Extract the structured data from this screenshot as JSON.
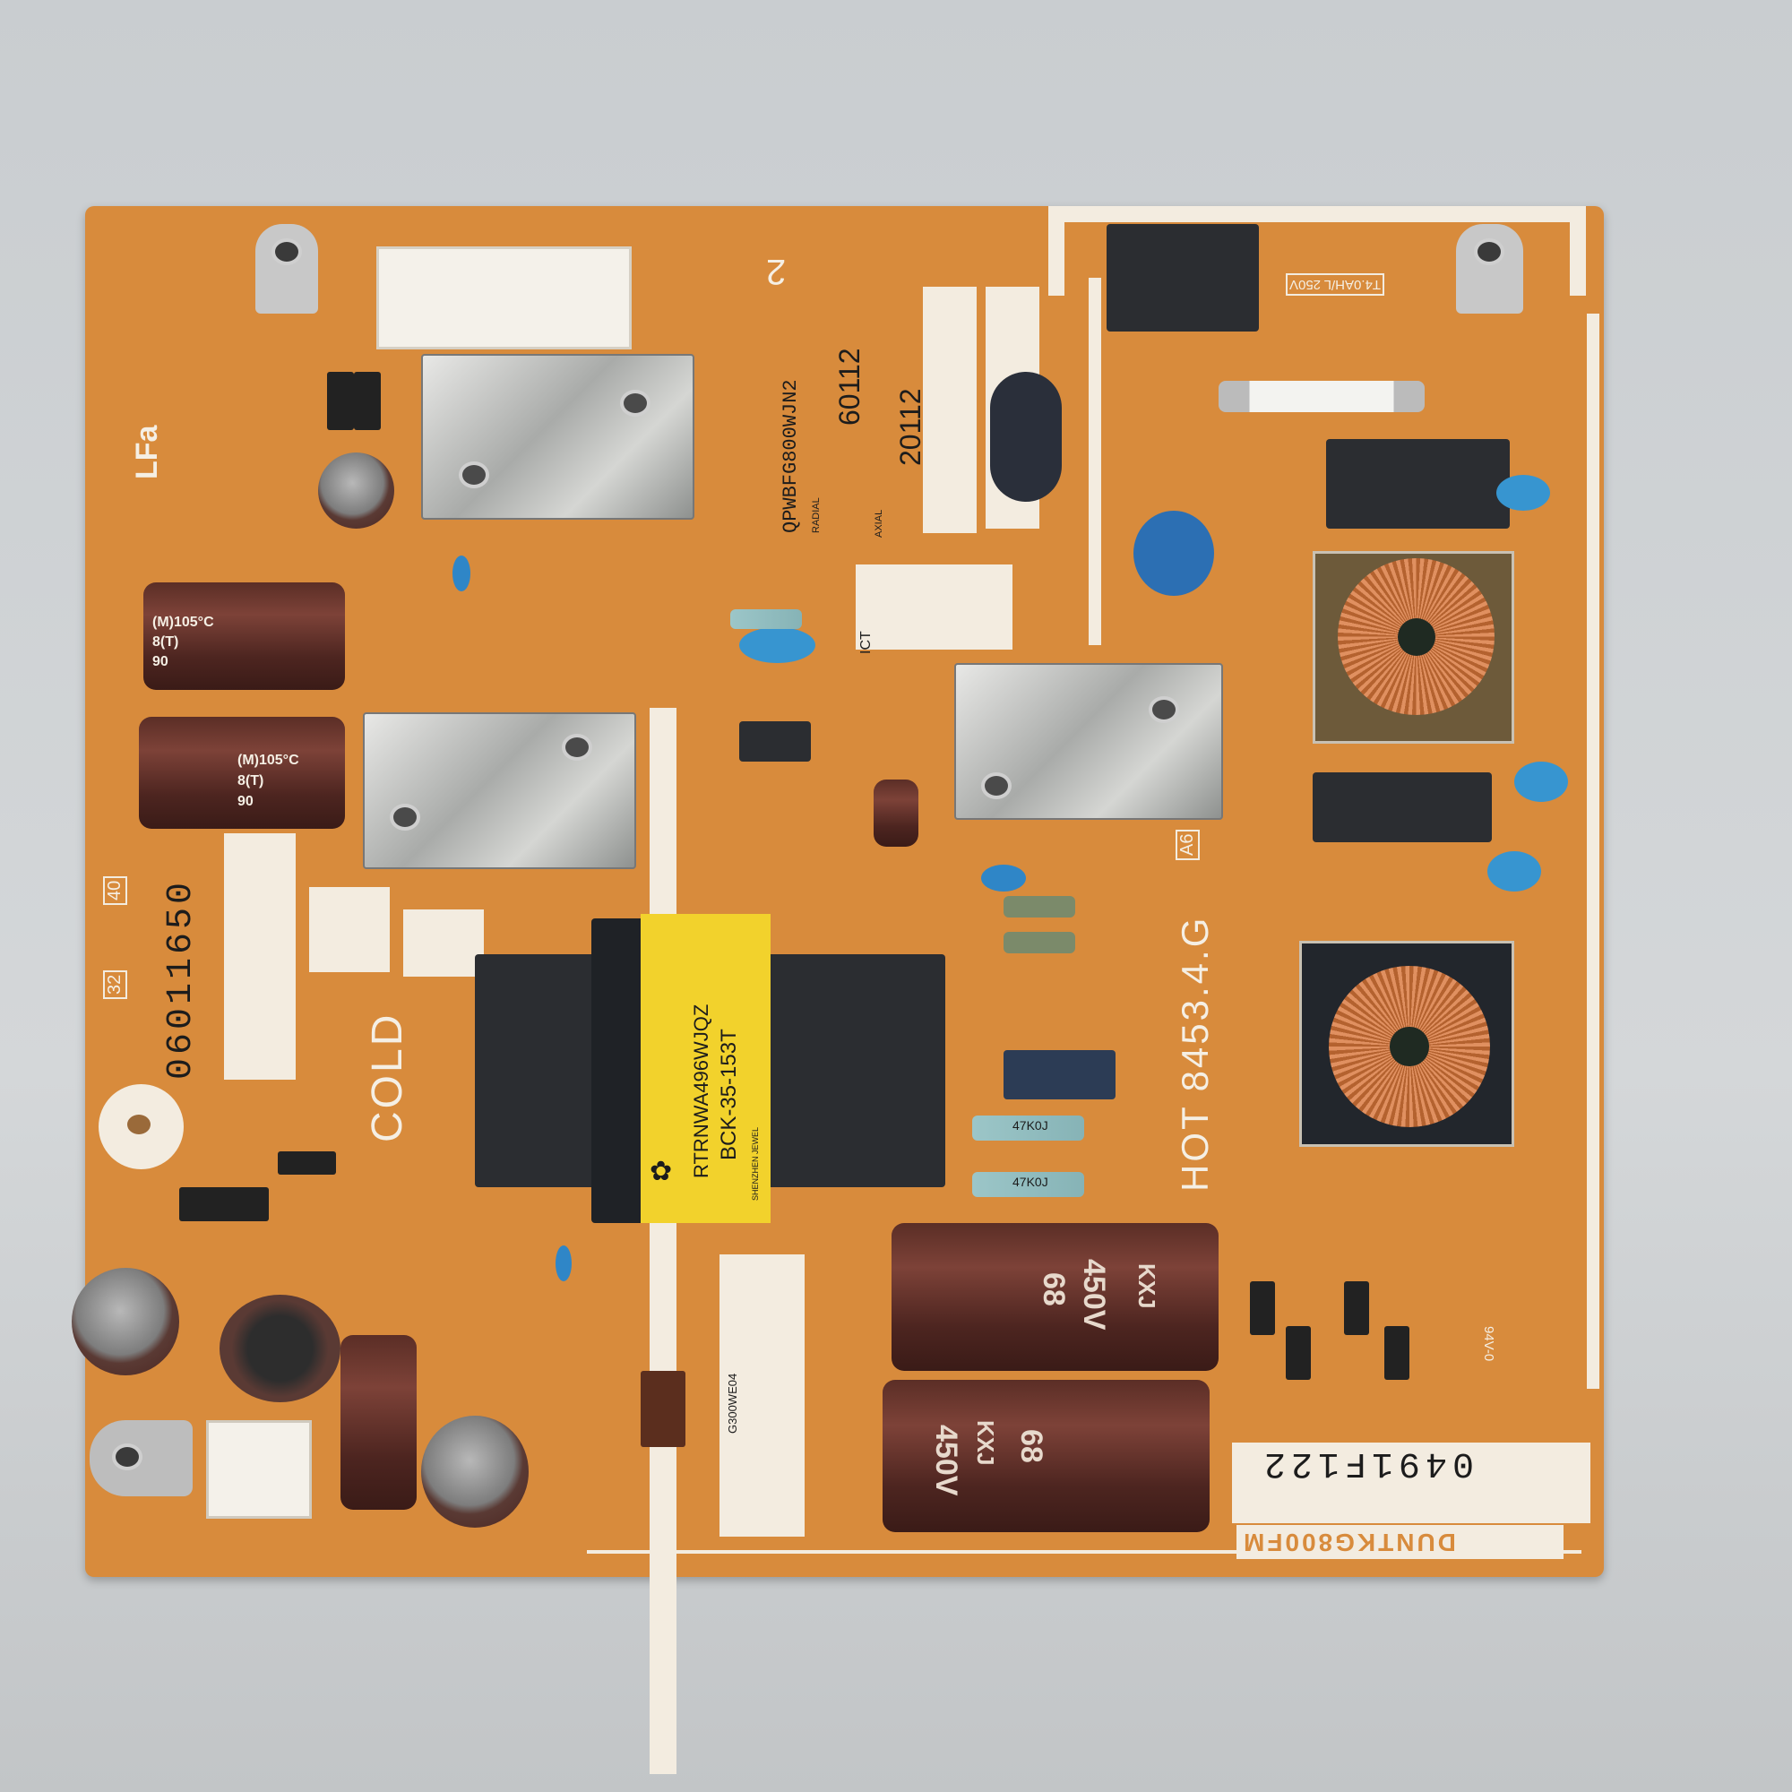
{
  "board": {
    "part_number": "QPWBFG800WJN2",
    "radial_label": "RADIAL",
    "radial_value": "60112",
    "axial_label": "AXIAL",
    "axial_value": "20112",
    "lf_mark": "LFa",
    "serial": "06011650",
    "cold_label": "COLD",
    "hot_label": "HOT 8453.4.G",
    "revision": "A6",
    "ict_label": "ICT",
    "num_40": "40",
    "num_32": "32",
    "model_strip": "DUNTKG800FM",
    "date_code": "0491F122",
    "fuse_rating": "T4.0AH/L 250V",
    "flammability": "94V-0",
    "small_label": "G300WE04",
    "mark_2": "2"
  },
  "transformer": {
    "part": "RTRNWA496WJQZ",
    "model": "BCK-35-153T",
    "maker": "SHENZHEN JEWEL"
  },
  "capacitors": {
    "big_brand": "KXJ",
    "big_voltage": "450V",
    "big_value": "68",
    "small_temp": "(M)105°C",
    "small_rating": "8(T)",
    "small_code": "90"
  },
  "resistors": {
    "value": "47K0J"
  },
  "colors": {
    "board": "#d88b3c",
    "silkscreen": "#f3ece0",
    "shield": "#c5c7c4",
    "capacitor": "#5b2e26",
    "transformer_tape": "#f2d22c"
  }
}
